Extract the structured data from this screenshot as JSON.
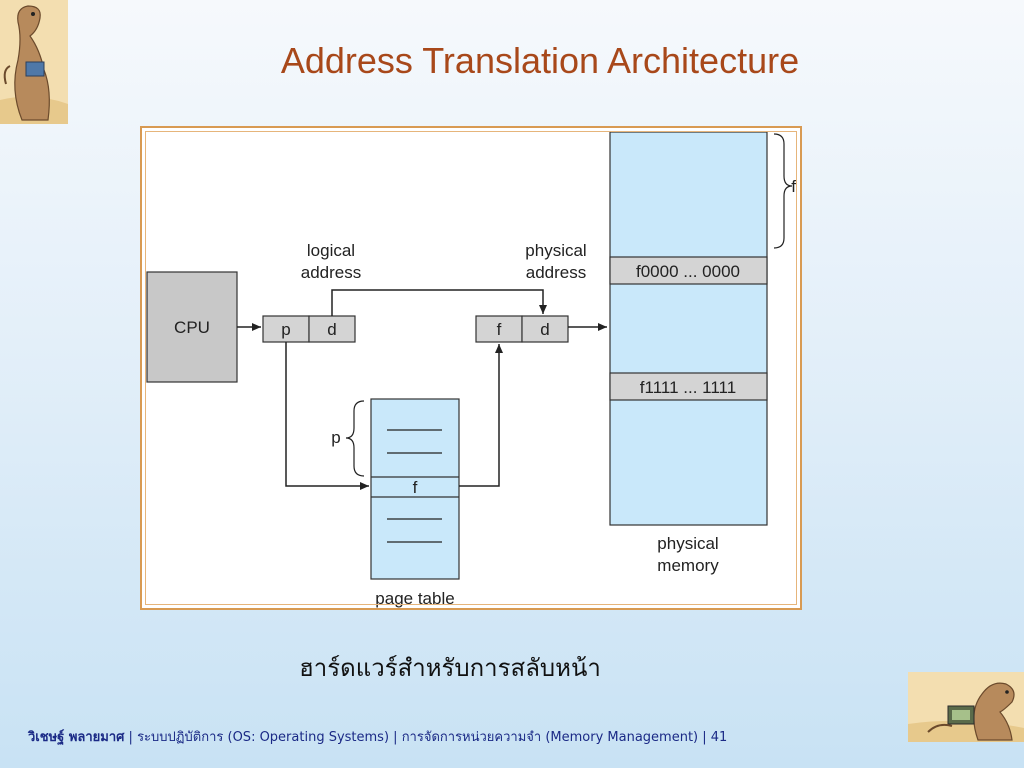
{
  "slide": {
    "title": "Address Translation Architecture",
    "caption": "ฮาร์ดแวร์สำหรับการสลับหน้า"
  },
  "diagram": {
    "cpu_label": "CPU",
    "logical_address_label_1": "logical",
    "logical_address_label_2": "address",
    "physical_address_label_1": "physical",
    "physical_address_label_2": "address",
    "logical_p": "p",
    "logical_d": "d",
    "physical_f": "f",
    "physical_d": "d",
    "page_table_p": "p",
    "page_table_f": "f",
    "page_table_label": "page table",
    "memory_f_brace": "f",
    "mem_row_1": "f0000 ... 0000",
    "mem_row_2": "f1111 ... 1111",
    "physical_memory_label_1": "physical",
    "physical_memory_label_2": "memory"
  },
  "footer": {
    "author": "วิเชษฐ์ พลายมาศ",
    "sep1": " | ",
    "course": "ระบบปฏิบัติการ (OS: Operating Systems)",
    "sep2": " | ",
    "topic": "การจัดการหน่วยความจำ  (Memory Management)",
    "sep3": " | ",
    "page": "41"
  },
  "colors": {
    "title": "#a8481a",
    "frame_border": "#d89a52",
    "cpu_box": "#c8c8c8",
    "memory_fill": "#c9e8fa",
    "footer_text": "#1b2a86"
  }
}
